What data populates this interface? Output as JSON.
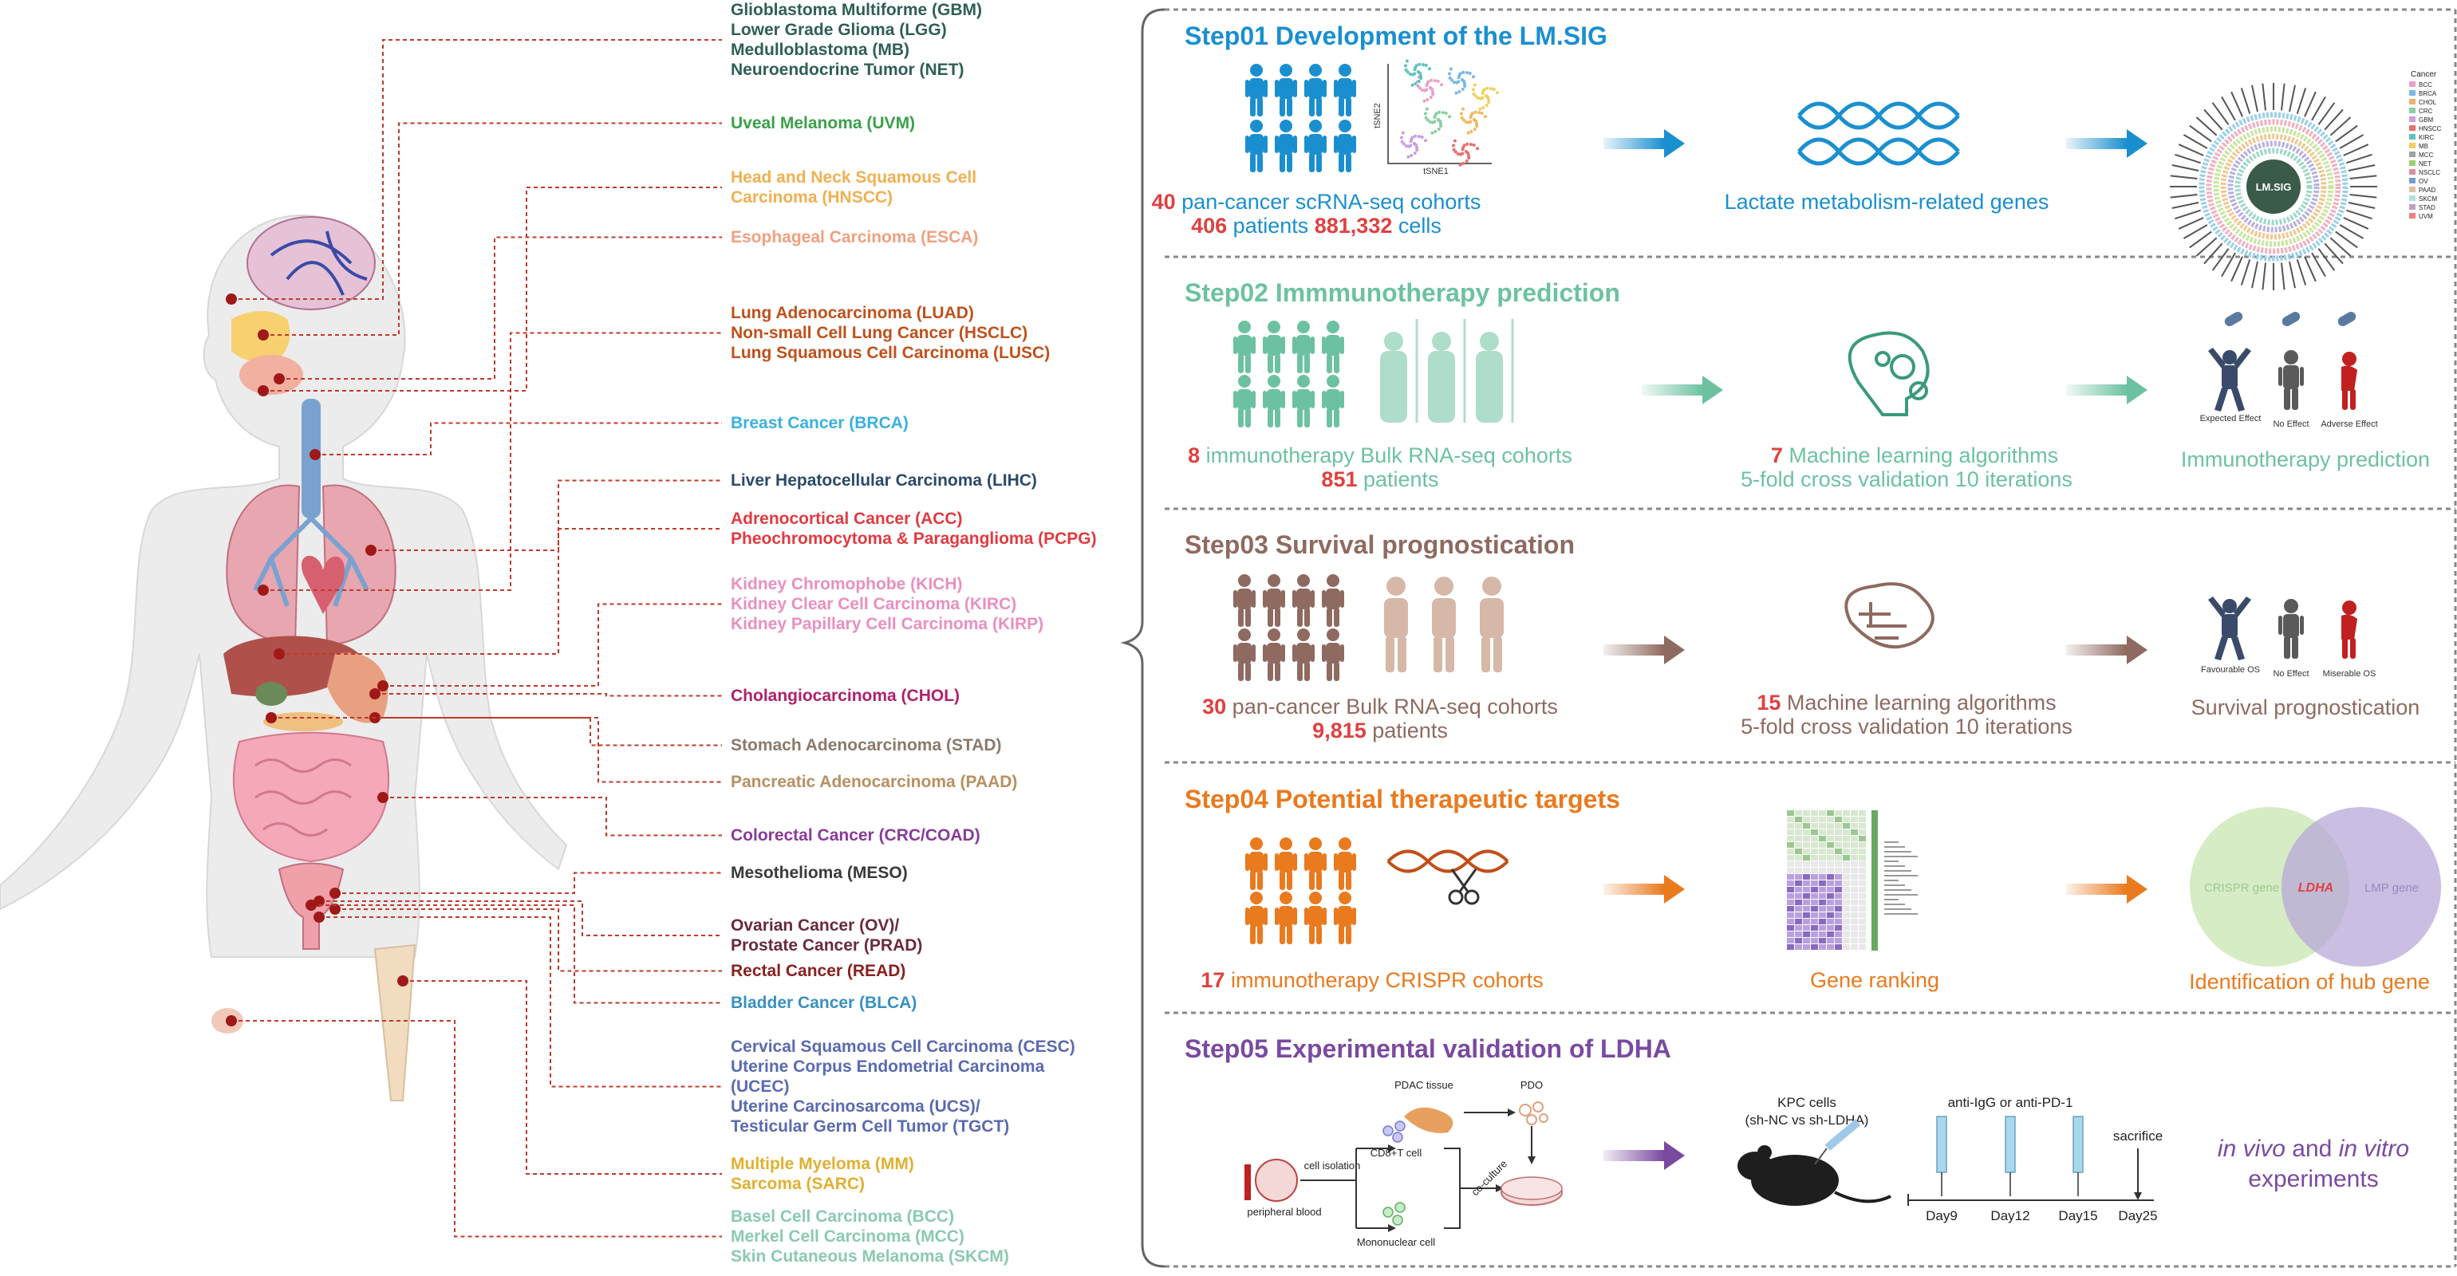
{
  "colors": {
    "connector": "#c0392b",
    "step1": "#1a8fd0",
    "step2": "#6cc2a0",
    "step3": "#8e6a60",
    "step4": "#e97a1e",
    "step5": "#7a4aa0",
    "highlight": "#e04040",
    "skin": "#ececec"
  },
  "cancer_groups": [
    {
      "color": "#2e5f55",
      "lines": [
        "Glioblastoma Multiforme (GBM)",
        "Lower Grade Glioma (LGG)",
        "Medulloblastoma (MB)",
        "Neuroendocrine Tumor (NET)"
      ]
    },
    {
      "color": "#3aa04a",
      "lines": [
        "Uveal Melanoma (UVM)"
      ]
    },
    {
      "color": "#f0b050",
      "lines": [
        "Head and Neck Squamous Cell",
        "Carcinoma (HNSCC)"
      ]
    },
    {
      "color": "#f0a080",
      "lines": [
        "Esophageal Carcinoma (ESCA)"
      ]
    },
    {
      "color": "#c0501a",
      "lines": [
        "Lung Adenocarcinoma (LUAD)",
        "Non-small Cell Lung Cancer (HSCLC)",
        "Lung Squamous Cell Carcinoma (LUSC)"
      ]
    },
    {
      "color": "#3ab0e0",
      "lines": [
        "Breast Cancer (BRCA)"
      ]
    },
    {
      "color": "#2a4a6a",
      "lines": [
        "Liver Hepatocellular Carcinoma (LIHC)"
      ]
    },
    {
      "color": "#e03a40",
      "lines": [
        "Adrenocortical Cancer (ACC)",
        "Pheochromocytoma & Paraganglioma (PCPG)"
      ]
    },
    {
      "color": "#e890c0",
      "lines": [
        "Kidney Chromophobe (KICH)",
        "Kidney Clear Cell Carcinoma (KIRC)",
        "Kidney Papillary Cell Carcinoma (KIRP)"
      ]
    },
    {
      "color": "#b0206a",
      "lines": [
        "Cholangiocarcinoma (CHOL)"
      ]
    },
    {
      "color": "#8a7a6a",
      "lines": [
        "Stomach Adenocarcinoma (STAD)"
      ]
    },
    {
      "color": "#b89060",
      "lines": [
        "Pancreatic Adenocarcinoma (PAAD)"
      ]
    },
    {
      "color": "#8a3a9a",
      "lines": [
        "Colorectal Cancer (CRC/COAD)"
      ]
    },
    {
      "color": "#3a3a3a",
      "lines": [
        "Mesothelioma (MESO)"
      ]
    },
    {
      "color": "#6a2a3a",
      "lines": [
        "Ovarian Cancer (OV)/",
        "Prostate Cancer (PRAD)"
      ]
    },
    {
      "color": "#8a2020",
      "lines": [
        "Rectal Cancer (READ)"
      ]
    },
    {
      "color": "#3a90c0",
      "lines": [
        "Bladder Cancer (BLCA)"
      ]
    },
    {
      "color": "#5a6ab0",
      "lines": [
        "Cervical Squamous Cell Carcinoma (CESC)",
        "Uterine Corpus Endometrial Carcinoma",
        "(UCEC)",
        "Uterine Carcinosarcoma (UCS)/",
        "Testicular Germ Cell Tumor (TGCT)"
      ]
    },
    {
      "color": "#e0b030",
      "lines": [
        "Multiple Myeloma (MM)",
        "Sarcoma (SARC)"
      ]
    },
    {
      "color": "#8acab0",
      "lines": [
        "Basel Cell Carcinoma (BCC)",
        "Merkel Cell Carcinoma (MCC)",
        "Skin Cutaneous Melanoma (SKCM)"
      ]
    }
  ],
  "steps": {
    "step1": {
      "title": "Step01 Development of the LM.SIG",
      "left_line1": {
        "num": "40",
        "text": " pan-cancer scRNA-seq cohorts"
      },
      "left_line2": {
        "num1": "406",
        "text1": " patients ",
        "num2": "881,332",
        "text2": " cells"
      },
      "middle": "Lactate metabolism-related genes",
      "circle_label": "LM.SIG",
      "legend_title": "Cancer",
      "legend_items": [
        "BCC",
        "BRCA",
        "CHOL",
        "CRC",
        "GBM",
        "HNSCC",
        "KIRC",
        "MB",
        "MCC",
        "NET",
        "NSCLC",
        "OV",
        "PAAD",
        "SKCM",
        "STAD",
        "UVM"
      ],
      "tsne_x": "tSNE1",
      "tsne_y": "tSNE2"
    },
    "step2": {
      "title": "Step02 Immmunotherapy prediction",
      "left_line1": {
        "num": "8",
        "text": " immunotherapy Bulk RNA-seq cohorts"
      },
      "left_line2": {
        "num": "851",
        "text": " patients"
      },
      "middle_line1": {
        "num": "7",
        "text": " Machine learning algorithms"
      },
      "middle_line2": "5-fold cross validation 10 iterations",
      "right": "Immunotherapy prediction",
      "fig_labels": [
        "Expected Effect",
        "No Effect",
        "Adverse Effect"
      ]
    },
    "step3": {
      "title": "Step03 Survival prognostication",
      "left_line1": {
        "num": "30",
        "text": " pan-cancer Bulk RNA-seq cohorts"
      },
      "left_line2": {
        "num": "9,815",
        "text": " patients"
      },
      "middle_line1": {
        "num": "15",
        "text": " Machine learning algorithms"
      },
      "middle_line2": "5-fold cross validation 10 iterations",
      "right": "Survival prognostication",
      "fig_labels": [
        "Favourable OS",
        "No Effect",
        "Miserable OS"
      ]
    },
    "step4": {
      "title": "Step04 Potential therapeutic targets",
      "left_line1": {
        "num": "17",
        "text": " immunotherapy CRISPR cohorts"
      },
      "middle": "Gene ranking",
      "right": "Identification of hub gene",
      "venn_left": "CRISPR gene",
      "venn_mid": "LDHA",
      "venn_right": "LMP gene"
    },
    "step5": {
      "title": "Step05 Experimental validation of LDHA",
      "pdac": "PDAC tissue",
      "pdo": "PDO",
      "cell_isolation": "cell isolation",
      "cd8": "CD8+T cell",
      "coculture": "co-culture",
      "blood": "peripheral blood",
      "mono": "Mononuclear cell",
      "kpc_line1": "KPC cells",
      "kpc_line2": "(sh-NC vs sh-LDHA)",
      "treatment": "anti-IgG or anti-PD-1",
      "sacrifice": "sacrifice",
      "days": [
        "Day9",
        "Day12",
        "Day15",
        "Day25"
      ],
      "right_it1": "in vivo",
      "right_mid": " and ",
      "right_it2": "in vitro",
      "right_line2": "experiments"
    }
  }
}
